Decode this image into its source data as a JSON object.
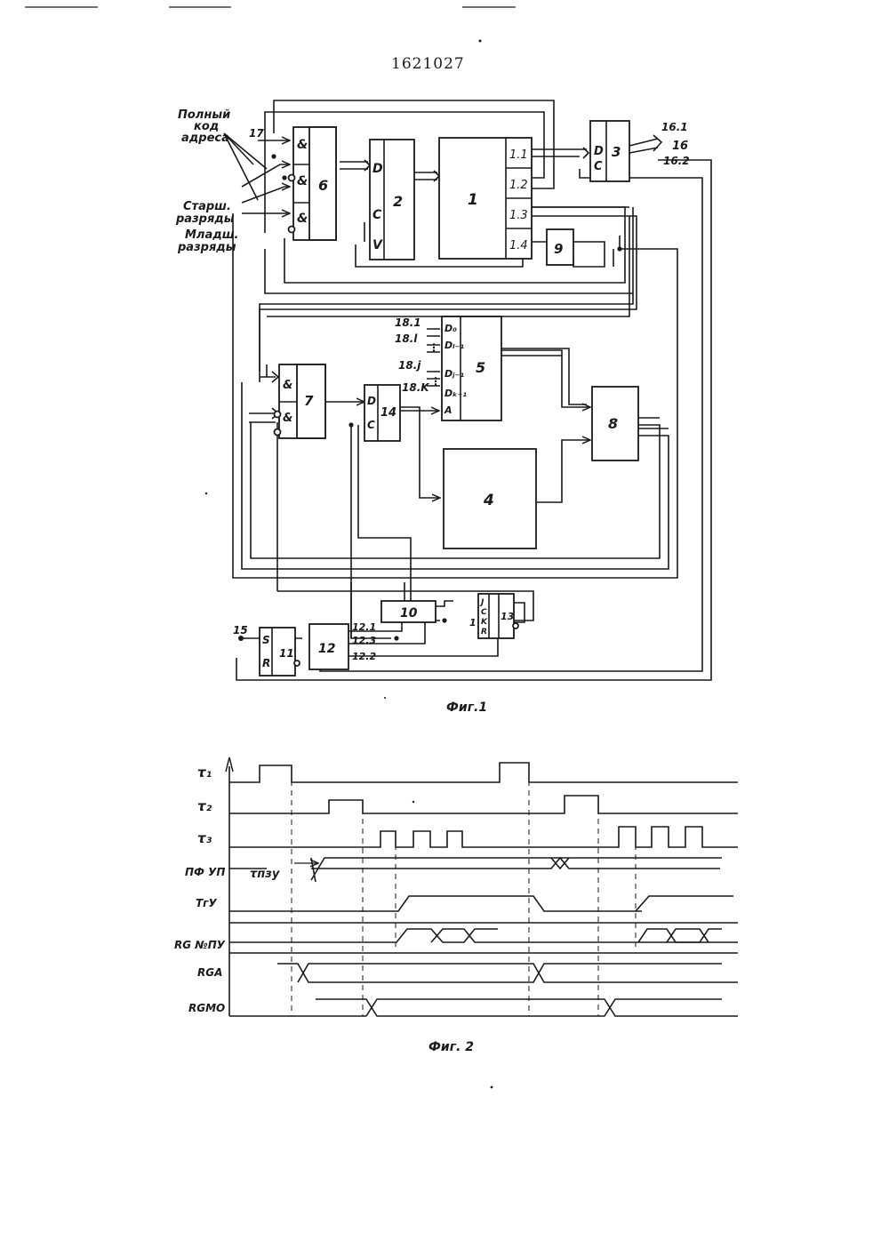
{
  "patent_number": "1621027",
  "fig1": {
    "caption": "Фиг.1",
    "side_labels": {
      "full_code": [
        "Полный",
        "код",
        "адреса"
      ],
      "senior": [
        "Старш.",
        "разряды"
      ],
      "junior": [
        "Младш.",
        "разряды"
      ]
    },
    "blocks": {
      "b1": "1",
      "b2": "2",
      "b3": "3",
      "b4": "4",
      "b5": "5",
      "b6": "6",
      "b7": "7",
      "b8": "8",
      "b9": "9",
      "b10": "10",
      "b11": "11",
      "b12": "12",
      "b13": "13",
      "b14": "14"
    },
    "outputs_1": [
      "1.1",
      "1.2",
      "1.3",
      "1.4"
    ],
    "pins": {
      "and": "&",
      "d": "D",
      "c": "C",
      "v": "V",
      "s": "S",
      "r": "R",
      "j": "J",
      "k": "K",
      "d0": "D₀",
      "dl1": "Dₗ₋₁",
      "dj1": "Dⱼ₋₁",
      "dk1": "Dₖ₋₁",
      "a": "A"
    },
    "terminals": {
      "t17": "17",
      "t16": "16",
      "t16_1": "16.1",
      "t16_2": "16.2",
      "t15": "15",
      "t18_1": "18.1",
      "t18_l": "18.l",
      "t18_j": "18.j",
      "t18_k": "18.K",
      "t12_1": "12.1",
      "t12_2": "12.2",
      "t12_3": "12.3",
      "one": "1"
    }
  },
  "fig2": {
    "caption": "Фиг. 2",
    "signals": [
      "τ₁",
      "τ₂",
      "τ₃",
      "ПФ УП",
      "ТгУ",
      "RG №ПУ",
      "RGA",
      "RGМО"
    ],
    "tau_label": "τпзу"
  }
}
